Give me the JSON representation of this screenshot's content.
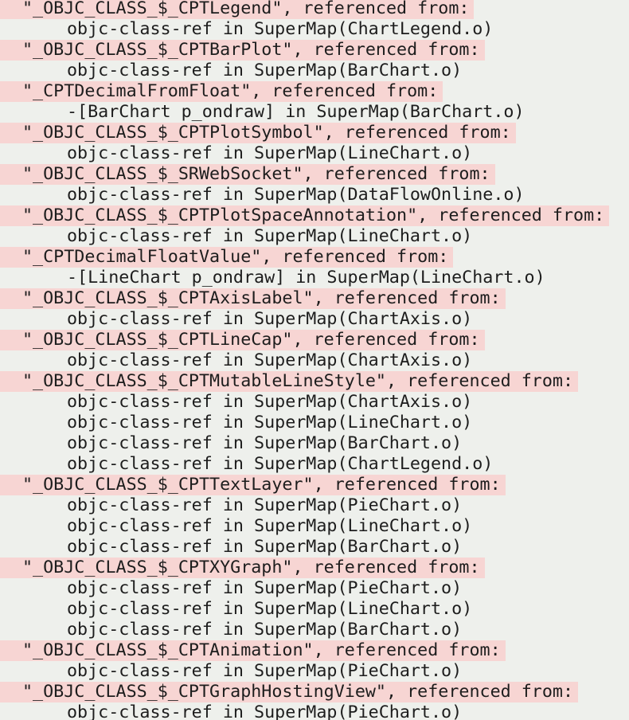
{
  "log": [
    {
      "kind": "error",
      "text": "\"_OBJC_CLASS_$_CPTLegend\", referenced from:"
    },
    {
      "kind": "ref",
      "text": "objc-class-ref in SuperMap(ChartLegend.o)"
    },
    {
      "kind": "error",
      "text": "\"_OBJC_CLASS_$_CPTBarPlot\", referenced from:"
    },
    {
      "kind": "ref",
      "text": "objc-class-ref in SuperMap(BarChart.o)"
    },
    {
      "kind": "error",
      "text": "\"_CPTDecimalFromFloat\", referenced from:"
    },
    {
      "kind": "ref",
      "text": "-[BarChart p_ondraw] in SuperMap(BarChart.o)"
    },
    {
      "kind": "error",
      "text": "\"_OBJC_CLASS_$_CPTPlotSymbol\", referenced from:"
    },
    {
      "kind": "ref",
      "text": "objc-class-ref in SuperMap(LineChart.o)"
    },
    {
      "kind": "error",
      "text": "\"_OBJC_CLASS_$_SRWebSocket\", referenced from:"
    },
    {
      "kind": "ref",
      "text": "objc-class-ref in SuperMap(DataFlowOnline.o)"
    },
    {
      "kind": "error",
      "text": "\"_OBJC_CLASS_$_CPTPlotSpaceAnnotation\", referenced from:"
    },
    {
      "kind": "ref",
      "text": "objc-class-ref in SuperMap(LineChart.o)"
    },
    {
      "kind": "error",
      "text": "\"_CPTDecimalFloatValue\", referenced from:"
    },
    {
      "kind": "ref",
      "text": "-[LineChart p_ondraw] in SuperMap(LineChart.o)"
    },
    {
      "kind": "error",
      "text": "\"_OBJC_CLASS_$_CPTAxisLabel\", referenced from:"
    },
    {
      "kind": "ref",
      "text": "objc-class-ref in SuperMap(ChartAxis.o)"
    },
    {
      "kind": "error",
      "text": "\"_OBJC_CLASS_$_CPTLineCap\", referenced from:"
    },
    {
      "kind": "ref",
      "text": "objc-class-ref in SuperMap(ChartAxis.o)"
    },
    {
      "kind": "error",
      "text": "\"_OBJC_CLASS_$_CPTMutableLineStyle\", referenced from:"
    },
    {
      "kind": "ref",
      "text": "objc-class-ref in SuperMap(ChartAxis.o)"
    },
    {
      "kind": "ref",
      "text": "objc-class-ref in SuperMap(LineChart.o)"
    },
    {
      "kind": "ref",
      "text": "objc-class-ref in SuperMap(BarChart.o)"
    },
    {
      "kind": "ref",
      "text": "objc-class-ref in SuperMap(ChartLegend.o)"
    },
    {
      "kind": "error",
      "text": "\"_OBJC_CLASS_$_CPTTextLayer\", referenced from:"
    },
    {
      "kind": "ref",
      "text": "objc-class-ref in SuperMap(PieChart.o)"
    },
    {
      "kind": "ref",
      "text": "objc-class-ref in SuperMap(LineChart.o)"
    },
    {
      "kind": "ref",
      "text": "objc-class-ref in SuperMap(BarChart.o)"
    },
    {
      "kind": "error",
      "text": "\"_OBJC_CLASS_$_CPTXYGraph\", referenced from:"
    },
    {
      "kind": "ref",
      "text": "objc-class-ref in SuperMap(PieChart.o)"
    },
    {
      "kind": "ref",
      "text": "objc-class-ref in SuperMap(LineChart.o)"
    },
    {
      "kind": "ref",
      "text": "objc-class-ref in SuperMap(BarChart.o)"
    },
    {
      "kind": "error",
      "text": "\"_OBJC_CLASS_$_CPTAnimation\", referenced from:"
    },
    {
      "kind": "ref",
      "text": "objc-class-ref in SuperMap(PieChart.o)"
    },
    {
      "kind": "error",
      "text": "\"_OBJC_CLASS_$_CPTGraphHostingView\", referenced from:"
    },
    {
      "kind": "ref",
      "text": "objc-class-ref in SuperMap(PieChart.o)"
    }
  ],
  "colors": {
    "background": "#eef0ec",
    "error_highlight": "#f7d5d3",
    "text": "#1d1d1d"
  }
}
